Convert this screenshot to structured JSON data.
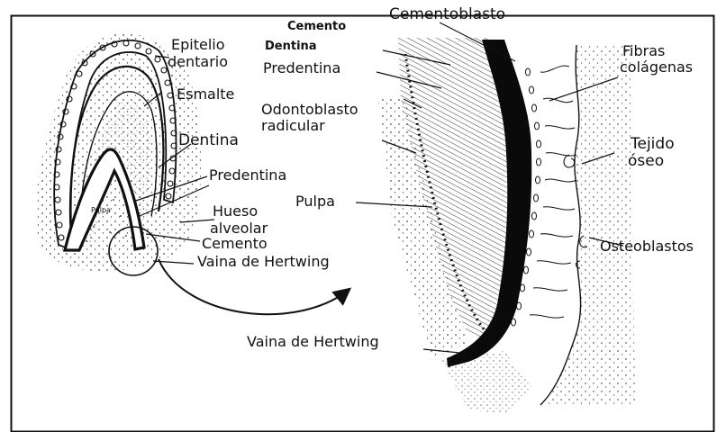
{
  "labels": {
    "cemento_top": "Cemento",
    "cementoblasto": "Cementoblasto",
    "dentina_right": "Dentina",
    "predentina_right": "Predentina",
    "odontoblasto_l1": "Odontoblasto",
    "odontoblasto_l2": "radicular",
    "epitelio_l1": "Epitelio",
    "epitelio_l2": "dentario",
    "esmalte": "Esmalte",
    "dentina_left": "Dentina",
    "predentina_left": "Predentina",
    "pulpa_inner": "Pulpa",
    "hueso_l1": "Hueso",
    "hueso_l2": "alveolar",
    "cemento_left": "Cemento",
    "vaina_left": "Vaina de Hertwing",
    "pulpa_right": "Pulpa",
    "fibras_l1": "Fibras",
    "fibras_l2": "colágenas",
    "tejido_l1": "Tejido",
    "tejido_l2": "óseo",
    "osteoblastos": "Osteoblastos",
    "vaina_bottom": "Vaina de Hertwing"
  },
  "colors": {
    "ink": "#111111",
    "paper": "#ffffff"
  }
}
